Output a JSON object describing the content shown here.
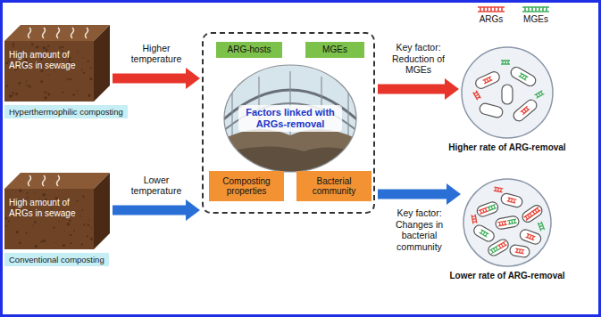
{
  "diagram": {
    "nodes": [
      {
        "text": [
          "High amount of ARGs in sewage"
        ]
      },
      {
        "text": [
          "Hyperthermophilic composting"
        ]
      },
      {
        "text": [
          "High amount of ARGs in sewage"
        ]
      },
      {
        "text": [
          "Conventional composting"
        ]
      },
      {
        "text": []
      },
      {
        "text": [
          "ARG-hosts"
        ],
        "in": 4
      },
      {
        "text": [
          "MGEs"
        ],
        "in": 4
      },
      {
        "text": [
          "Factors linked with ARGs-removal"
        ],
        "in": 4
      },
      {
        "text": [
          "Composting properties"
        ],
        "in": 4
      },
      {
        "text": [
          "Bacterial community"
        ],
        "in": 4
      },
      {
        "text": [
          "Higher rate of ARG-removal"
        ]
      },
      {
        "text": [
          "Lower rate of ARG-removal"
        ]
      }
    ],
    "edges": [
      {
        "from": 0,
        "to": 4,
        "arrow": "to",
        "label": "Higher temperature"
      },
      {
        "from": 2,
        "to": 4,
        "arrow": "to",
        "label": "Lower temperature"
      },
      {
        "from": 4,
        "to": 10,
        "arrow": "to",
        "label": "Key factor: Reduction of MGEs"
      },
      {
        "from": 4,
        "to": 11,
        "arrow": "to",
        "label": "Key factor: Changes in bacterial community"
      }
    ],
    "legend": [
      {
        "text": "ARGs",
        "color": "#e8463a"
      },
      {
        "text": "MGEs",
        "color": "#3fae5a"
      }
    ]
  }
}
